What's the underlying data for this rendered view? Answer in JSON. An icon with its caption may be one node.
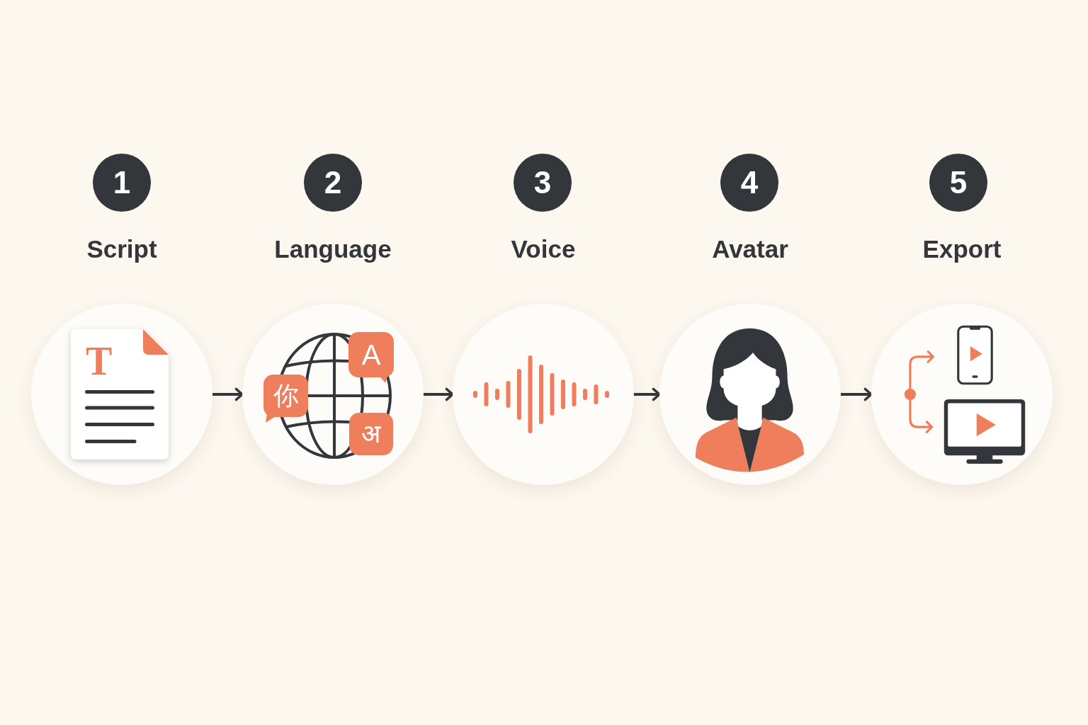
{
  "diagram": {
    "nodes": [
      {
        "text": [
          "1"
        ]
      },
      {
        "text": [
          "Script"
        ]
      },
      {
        "text": [
          "T"
        ],
        "in": 1
      },
      {
        "text": [
          "2"
        ]
      },
      {
        "text": [
          "Language"
        ]
      },
      {
        "text": [
          "A"
        ],
        "in": 4
      },
      {
        "text": [
          "你"
        ],
        "in": 4
      },
      {
        "text": [
          "अ"
        ],
        "in": 4
      },
      {
        "text": [
          "3"
        ]
      },
      {
        "text": [
          "Voice"
        ]
      },
      {
        "text": [
          "4"
        ]
      },
      {
        "text": [
          "Avatar"
        ]
      },
      {
        "text": [
          "5"
        ]
      },
      {
        "text": [
          "Export"
        ]
      }
    ],
    "edges": [
      {
        "from": 1,
        "to": 4,
        "arrow": "to"
      },
      {
        "from": 4,
        "to": 9,
        "arrow": "to"
      },
      {
        "from": 9,
        "to": 11,
        "arrow": "to"
      },
      {
        "from": 11,
        "to": 13,
        "arrow": "to"
      }
    ]
  }
}
